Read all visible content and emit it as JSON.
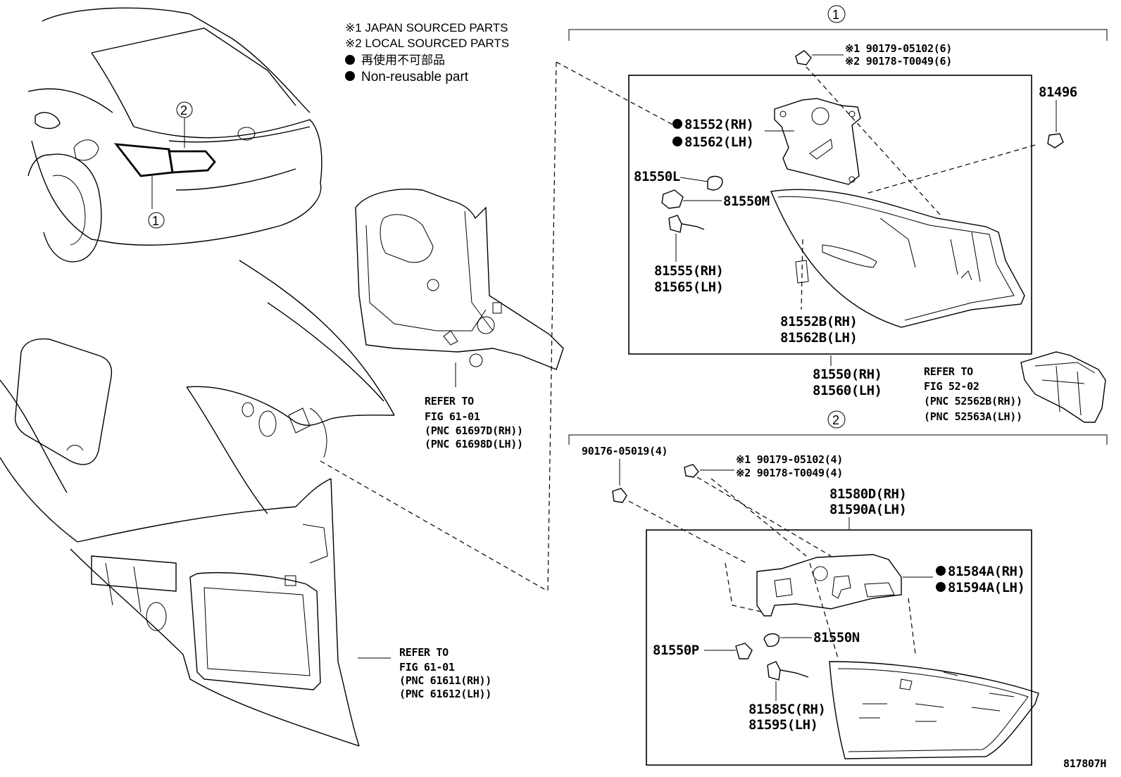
{
  "notes": {
    "japan": "※1 JAPAN SOURCED PARTS",
    "local": "※2 LOCAL SOURCED PARTS",
    "non_reusable_jp": "再使用不可部品",
    "non_reusable_en": "Non-reusable part"
  },
  "callouts": {
    "c1": "1",
    "c2": "2"
  },
  "section1": {
    "bolt_a": "※1 90179-05102(6)",
    "bolt_b": "※2 90178-T0049(6)",
    "p81496": "81496",
    "gasket_rh": "81552(RH)",
    "gasket_lh": "81562(LH)",
    "bulb": "81550L",
    "socket": "81550M",
    "wire_rh": "81555(RH)",
    "wire_lh": "81565(LH)",
    "seal_rh": "81552B(RH)",
    "seal_lh": "81562B(LH)",
    "lamp_rh": "81550(RH)",
    "lamp_lh": "81560(LH)"
  },
  "refer_52": {
    "l1": "REFER TO",
    "l2": "FIG 52-02",
    "l3": "(PNC 52562B(RH))",
    "l4": "(PNC 52563A(LH))"
  },
  "refer_61a": {
    "l1": "REFER TO",
    "l2": "FIG 61-01",
    "l3": "(PNC 61697D(RH))",
    "l4": "(PNC 61698D(LH))"
  },
  "refer_61b": {
    "l1": "REFER TO",
    "l2": "FIG 61-01",
    "l3": "(PNC 61611(RH))",
    "l4": "(PNC 61612(LH))"
  },
  "section2": {
    "nut": "90176-05019(4)",
    "bolt_a": "※1 90179-05102(4)",
    "bolt_b": "※2 90178-T0049(4)",
    "lamp_rh": "81580D(RH)",
    "lamp_lh": "81590A(LH)",
    "gasket_rh": "81584A(RH)",
    "gasket_lh": "81594A(LH)",
    "socket": "81550P",
    "bulb": "81550N",
    "wire_rh": "81585C(RH)",
    "wire_lh": "81595(LH)"
  },
  "figure_id": "817807H"
}
